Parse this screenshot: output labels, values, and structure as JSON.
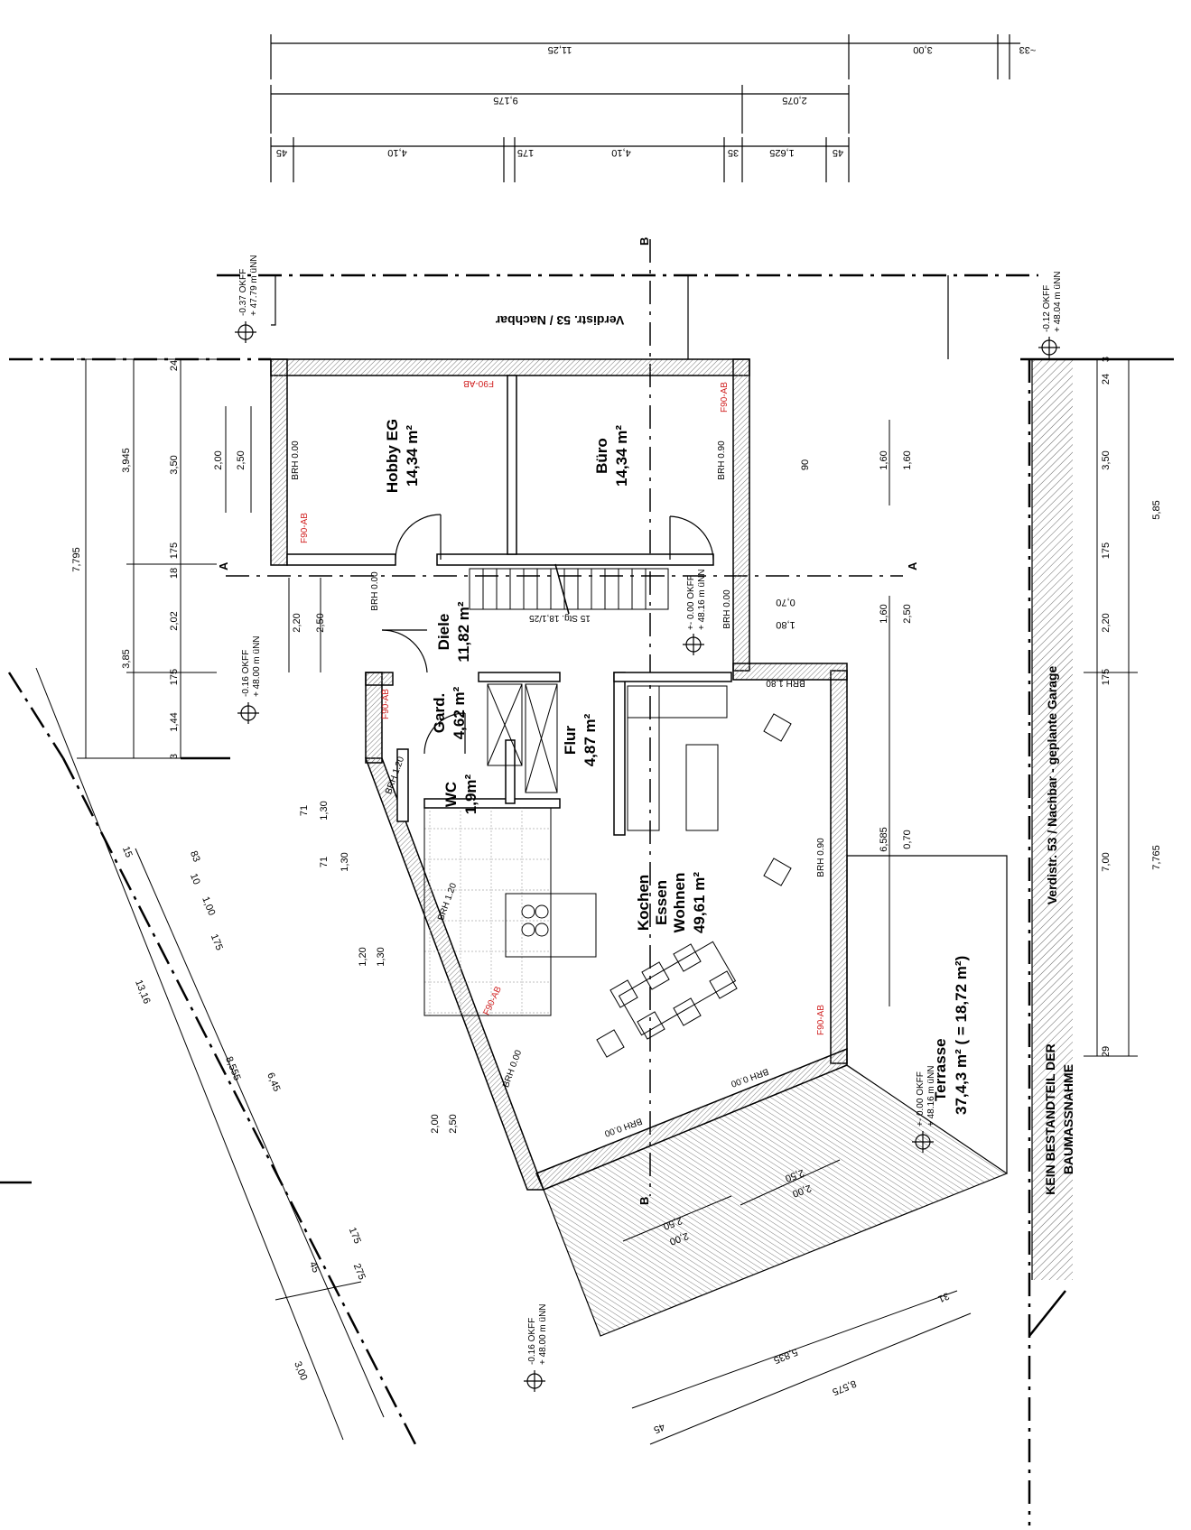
{
  "top_dims": {
    "row1": [
      "11,25",
      "3,00",
      "~33"
    ],
    "row2": [
      "9,175",
      "2,075"
    ],
    "row3": [
      "45",
      "4,10",
      "175",
      "4,10",
      "35",
      "1,625",
      "45"
    ]
  },
  "rooms": [
    {
      "name": "Hobby EG",
      "area": "14,34 m²"
    },
    {
      "name": "Büro",
      "area": "14,34 m²"
    },
    {
      "name": "Diele",
      "area": "11,82 m²"
    },
    {
      "name": "Gard.",
      "area": "4,62 m²"
    },
    {
      "name": "WC",
      "area": "1,9m²"
    },
    {
      "name": "Flur",
      "area": "4,87 m²"
    },
    {
      "name": "Kochen",
      "name2": "Essen",
      "name3": "Wohnen",
      "area": "49,61 m²"
    },
    {
      "name": "Terrasse",
      "area": "37,4,3  m²  ( = 18,72  m²)"
    }
  ],
  "neighbors": {
    "top": "Verdistr. 53 / Nachbar",
    "right": "Verdistr. 53 / Nachbar - geplante Garage",
    "note_line1": "KEIN BESTANDTEIL DER",
    "note_line2": "BAUMASSNAHME"
  },
  "levels": [
    {
      "okff": "-0.37 OKFF",
      "nn": "+ 47.79 m üNN"
    },
    {
      "okff": "-0.12 OKFF",
      "nn": "+ 48.04 m üNN"
    },
    {
      "okff": "-0.16 OKFF",
      "nn": "+ 48.00 m üNN"
    },
    {
      "okff": "+- 0.00 OKFF",
      "nn": "+ 48.16 m üNN"
    },
    {
      "okff": "+- 0.00 OKFF",
      "nn": "+ 48.16 m üNN"
    },
    {
      "okff": "-0.16 OKFF",
      "nn": "+ 48.00 m üNN"
    }
  ],
  "fire_labels": [
    "F90-AB",
    "F90-AB",
    "F90-AB",
    "F90-AB",
    "F90-AB",
    "F90-AB"
  ],
  "brh": [
    "BRH 0.00",
    "BRH 0.90",
    "BRH 0.00",
    "BRH 0.00",
    "BRH 1.80",
    "BRH 0.90",
    "BRH 1.20",
    "BRH 0.00",
    "BRH 0.00",
    "BRH 1.20",
    "BRH 0.00"
  ],
  "stair": "15 Stg. 18,1/25",
  "section_marks": [
    "A",
    "A",
    "B",
    "B"
  ],
  "left_dims": [
    "7,795",
    "3,945",
    "3,85",
    "3,50",
    "2,02",
    "1,44",
    "2,00",
    "2,50",
    "2,20",
    "2,50",
    "175",
    "18",
    "175",
    "24",
    "3"
  ],
  "right_dims": [
    "5,85",
    "7,765",
    "3,50",
    "2,20",
    "7,00",
    "1,60",
    "1,60",
    "1,60",
    "2,50",
    "6,585",
    "0,70",
    "90",
    "0,70",
    "1,80",
    "175",
    "175",
    "24",
    "3",
    "29"
  ],
  "diag_dims": [
    "13,16",
    "8,555",
    "6,45",
    "3,00",
    "1,00",
    "10",
    "83",
    "175",
    "45",
    "175",
    "275",
    "15"
  ],
  "win_dims": [
    "1,30",
    "71",
    "1,30",
    "71",
    "1,20",
    "1,30",
    "2,00",
    "2,50",
    "2,00",
    "2,50",
    "2,00",
    "2,50"
  ],
  "bottom_dims": [
    "5,835",
    "8,575",
    "45",
    "31"
  ]
}
